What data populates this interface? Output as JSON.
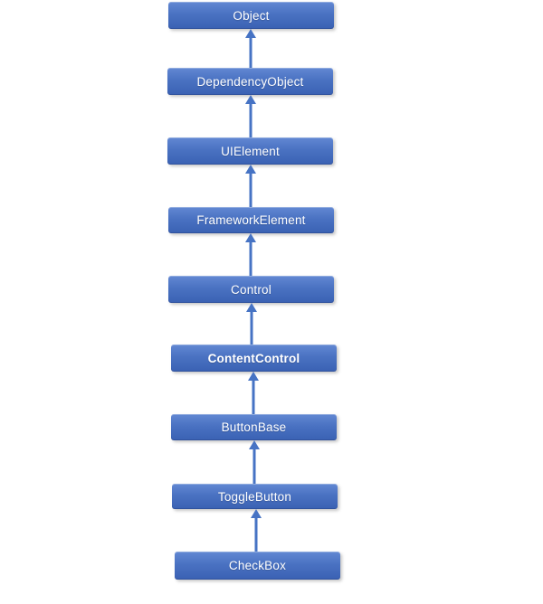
{
  "diagram": {
    "type": "inheritance-hierarchy",
    "colors": {
      "box_gradient_top": "#6288d3",
      "box_gradient_bottom": "#3a61b3",
      "arrow": "#4673c4",
      "text": "#ffffff",
      "background": "#ffffff"
    },
    "nodes": [
      {
        "label": "Object",
        "bold": false
      },
      {
        "label": "DependencyObject",
        "bold": false
      },
      {
        "label": "UIElement",
        "bold": false
      },
      {
        "label": "FrameworkElement",
        "bold": false
      },
      {
        "label": "Control",
        "bold": false
      },
      {
        "label": "ContentControl",
        "bold": true
      },
      {
        "label": "ButtonBase",
        "bold": false
      },
      {
        "label": "ToggleButton",
        "bold": false
      },
      {
        "label": "CheckBox",
        "bold": false
      }
    ]
  }
}
